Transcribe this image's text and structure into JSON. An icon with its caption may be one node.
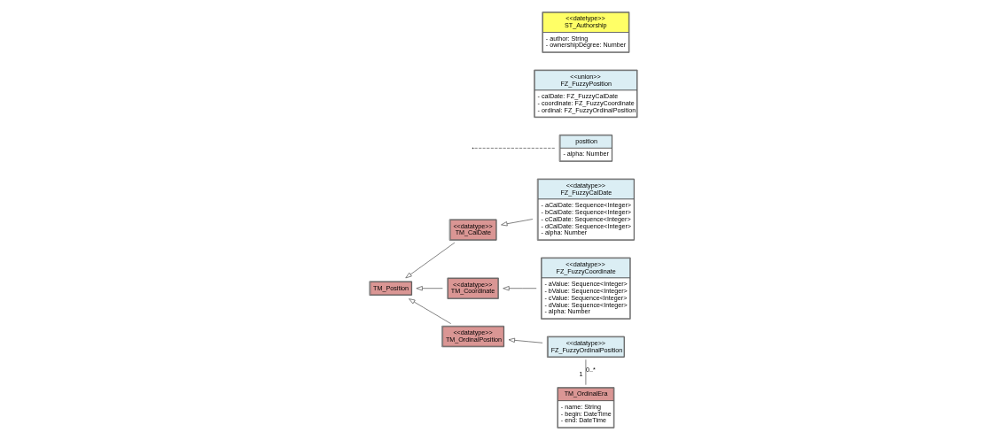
{
  "diagram": {
    "nodes": [
      {
        "text": [
          "TM_Position"
        ]
      },
      {
        "text": [
          "<<datatype>>",
          "TM_CalDate"
        ]
      },
      {
        "text": [
          "<<datatype>>",
          "TM_Coordinate"
        ]
      },
      {
        "text": [
          "<<datatype>>",
          "TM_OrdinalPosition"
        ]
      },
      {
        "text": [
          "<<datatype>>",
          "FZ_FuzzyCalDate",
          "- aCalDate: Sequence<Integer>",
          "- bCalDate: Sequence<Integer>",
          "- cCalDate: Sequence<Integer>",
          "- dCalDate: Sequence<Integer>",
          "- alpha: Number"
        ]
      },
      {
        "text": [
          "<<datatype>>",
          "FZ_FuzzyCoordinate",
          "- aValue: Sequence<Integer>",
          "- bValue: Sequence<Integer>",
          "- cValue: Sequence<Integer>",
          "- dValue: Sequence<Integer>",
          "- alpha: Number"
        ]
      },
      {
        "text": [
          "<<datatype>>",
          "FZ_FuzzyOrdinalPosition"
        ]
      },
      {
        "text": [
          "TM_OrdinalEra",
          "- name: String",
          "- begin: DateTime",
          "- end: DateTime"
        ]
      },
      {
        "text": [
          "position",
          "- alpha: Number"
        ]
      },
      {
        "text": [
          "<<union>>",
          "FZ_FuzzyPosition",
          "- calDate: FZ_FuzzyCalDate",
          "- coordinate: FZ_FuzzyCoordinate",
          "- ordinal: FZ_FuzzyOrdinalPosition"
        ]
      },
      {
        "text": [
          "<<datetype>>",
          "ST_Authorship",
          "- author: String",
          "- ownershipDegree: Number"
        ]
      }
    ],
    "edges": [
      {
        "from": 1,
        "to": 0,
        "arrow": "to"
      },
      {
        "from": 2,
        "to": 0,
        "arrow": "to"
      },
      {
        "from": 3,
        "to": 0,
        "arrow": "to"
      },
      {
        "from": 4,
        "to": 1,
        "arrow": "to"
      },
      {
        "from": 5,
        "to": 2,
        "arrow": "to"
      },
      {
        "from": 6,
        "to": 3,
        "arrow": "to"
      },
      {
        "from": 6,
        "to": 7,
        "arrow": "none"
      },
      {
        "from": 8,
        "to": null,
        "arrow": "none",
        "style": "dashed"
      }
    ],
    "labels": [
      "0..*",
      "1"
    ]
  }
}
